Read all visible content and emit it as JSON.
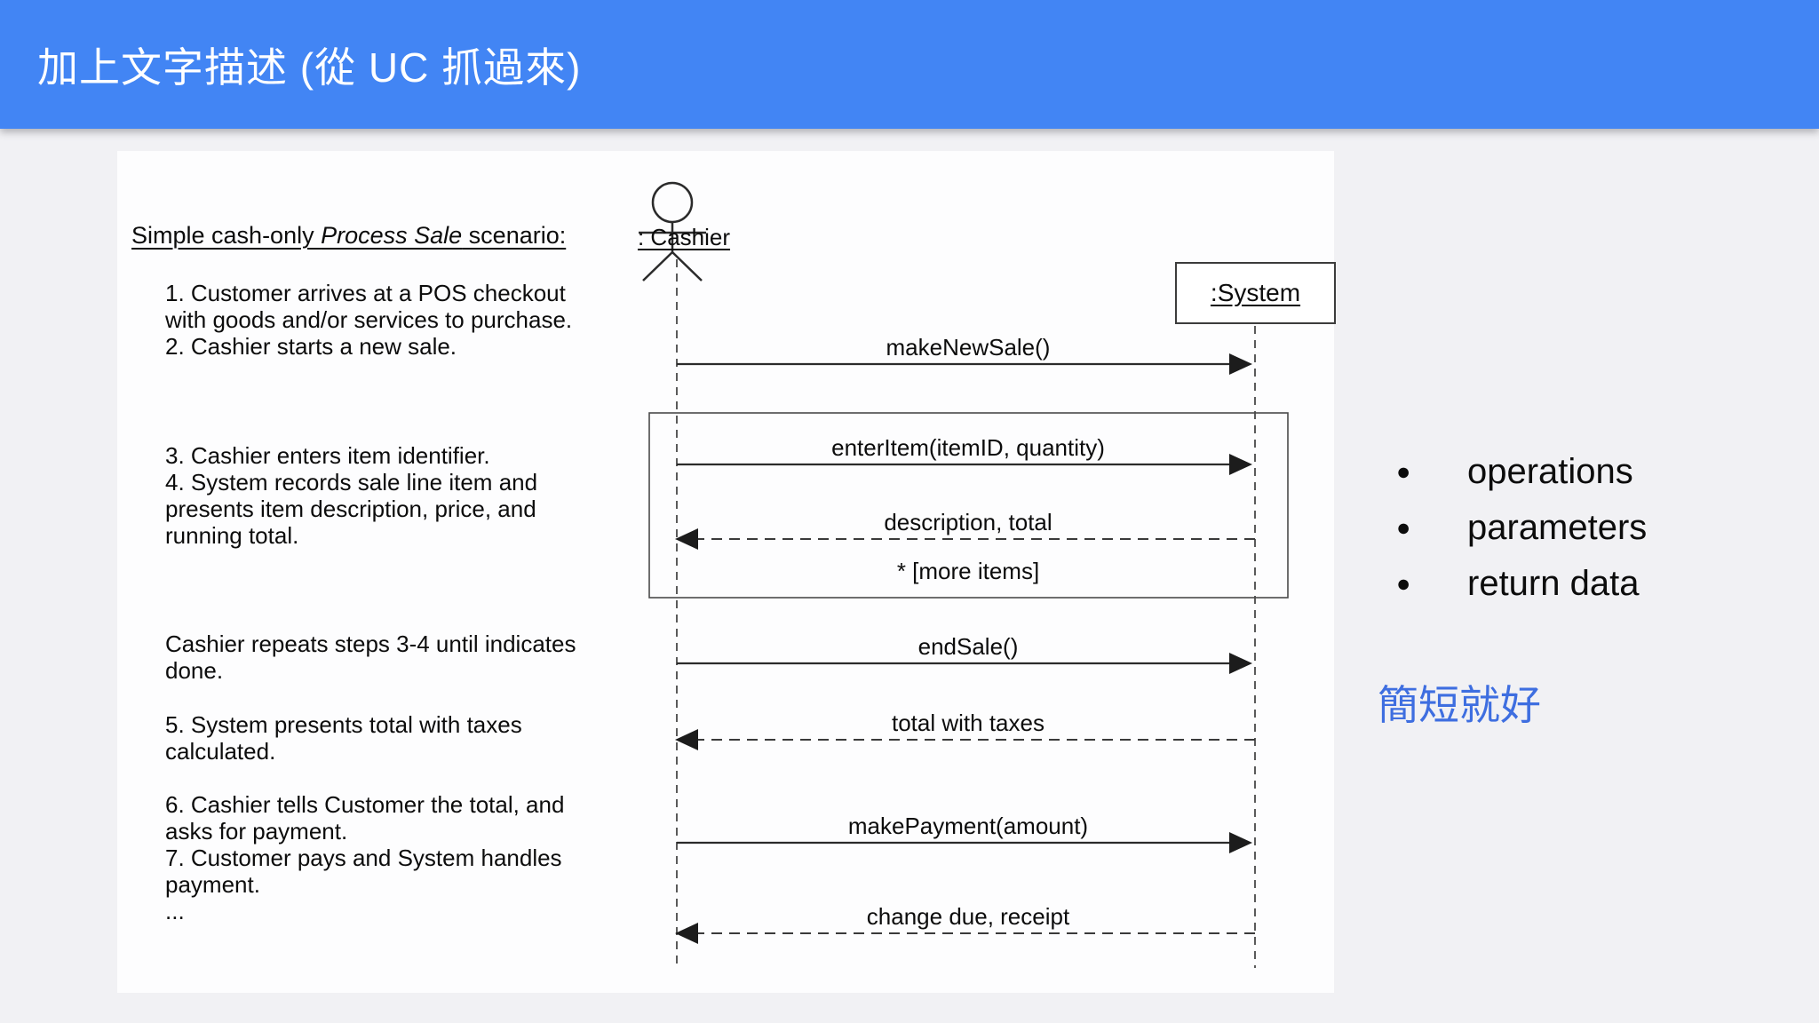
{
  "header": {
    "title": "加上文字描述 (從 UC 抓過來)",
    "background_color": "#4285f4",
    "text_color": "#ffffff"
  },
  "scenario": {
    "heading_lead": "Simple cash-only ",
    "heading_emphasis": "Process Sale",
    "heading_tail": " scenario:",
    "steps": [
      "1. Customer arrives at a POS checkout\nwith goods and/or services to purchase.\n2. Cashier starts a new sale.",
      "3. Cashier enters item identifier.\n4. System records sale line item and\npresents item description, price, and\nrunning total.",
      "Cashier repeats steps 3-4 until indicates\ndone.",
      "5. System presents total with taxes\ncalculated.",
      "6. Cashier tells Customer the total, and\nasks for payment.\n7. Customer pays and System handles\npayment.\n..."
    ]
  },
  "diagram": {
    "actor_label": ": Cashier",
    "system_label": ":System",
    "messages": [
      {
        "label": "makeNewSale()",
        "kind": "call"
      },
      {
        "label": "enterItem(itemID, quantity)",
        "kind": "call"
      },
      {
        "label": "description, total",
        "kind": "return"
      },
      {
        "label": "* [more items]",
        "kind": "iteration-note"
      },
      {
        "label": "endSale()",
        "kind": "call"
      },
      {
        "label": "total with taxes",
        "kind": "return"
      },
      {
        "label": "makePayment(amount)",
        "kind": "call"
      },
      {
        "label": "change due, receipt",
        "kind": "return"
      }
    ]
  },
  "sidebar": {
    "bullet_glyph": "●",
    "bullets": [
      {
        "label": "operations"
      },
      {
        "label": "parameters"
      },
      {
        "label": "return data"
      }
    ],
    "note": "簡短就好",
    "note_color": "#3e6ee0"
  }
}
